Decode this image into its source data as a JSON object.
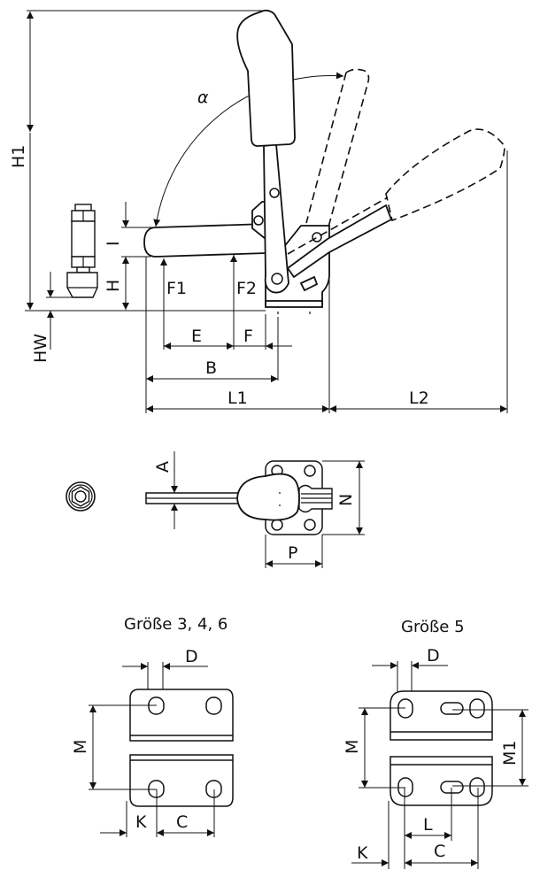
{
  "drawing": {
    "type": "technical-drawing",
    "subject": "vertical toggle clamp",
    "side_view": {
      "labels": {
        "H1": "H1",
        "alpha": "α",
        "I": "I",
        "H": "H",
        "HW": "HW",
        "F1": "F1",
        "F2": "F2",
        "E": "E",
        "F": "F",
        "B": "B",
        "L1": "L1",
        "L2": "L2"
      }
    },
    "top_view": {
      "labels": {
        "A": "A",
        "N": "N",
        "P": "P"
      }
    },
    "base_size_346": {
      "title": "Größe 3, 4, 6",
      "labels": {
        "D": "D",
        "M": "M",
        "K": "K",
        "C": "C"
      }
    },
    "base_size_5": {
      "title": "Größe 5",
      "labels": {
        "D": "D",
        "M": "M",
        "M1": "M1",
        "L": "L",
        "K": "K",
        "C": "C"
      }
    }
  }
}
